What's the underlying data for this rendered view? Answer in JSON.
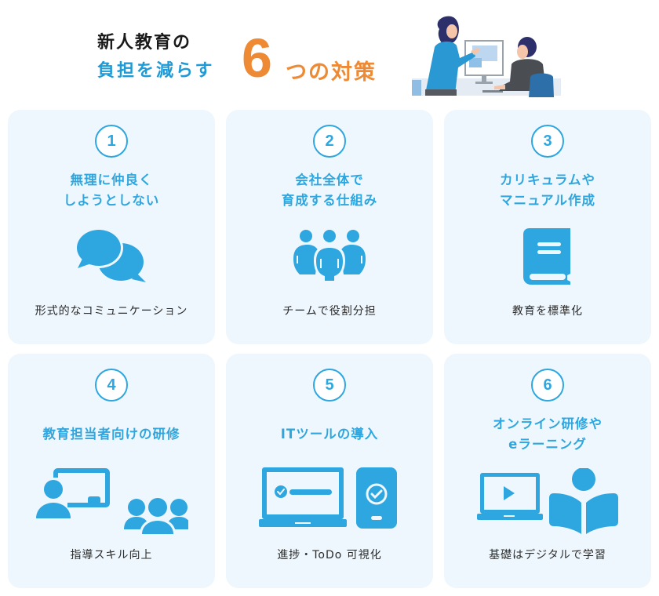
{
  "header": {
    "title_line1": "新人教育の",
    "title_line2": "負担を減らす",
    "title_number": "6",
    "title_suffix": "つの対策",
    "illustration": "two-people-at-computer-illustration"
  },
  "colors": {
    "accent_blue": "#2ea6df",
    "title_blue": "#1e9bd7",
    "accent_orange": "#ef8a34",
    "card_bg": "#eef7fd",
    "text_dark": "#2b2b2b"
  },
  "cards": [
    {
      "number": "1",
      "title_lines": [
        "無理に仲良く",
        "しようとしない"
      ],
      "icon": "speech-bubbles-icon",
      "caption": "形式的なコミュニケーション"
    },
    {
      "number": "2",
      "title_lines": [
        "会社全体で",
        "育成する仕組み"
      ],
      "icon": "team-group-icon",
      "caption": "チームで役割分担"
    },
    {
      "number": "3",
      "title_lines": [
        "カリキュラムや",
        "マニュアル作成"
      ],
      "icon": "book-icon",
      "caption": "教育を標準化"
    },
    {
      "number": "4",
      "title_lines": [
        "教育担当者向けの研修"
      ],
      "icon": "presenter-whiteboard-audience-icon",
      "caption": "指導スキル向上"
    },
    {
      "number": "5",
      "title_lines": [
        "ITツールの導入"
      ],
      "icon": "laptop-smartphone-check-icon",
      "caption": "進捗・ToDo 可視化"
    },
    {
      "number": "6",
      "title_lines": [
        "オンライン研修や",
        "eラーニング"
      ],
      "icon": "video-laptop-reading-person-icon",
      "caption": "基礎はデジタルで学習"
    }
  ]
}
